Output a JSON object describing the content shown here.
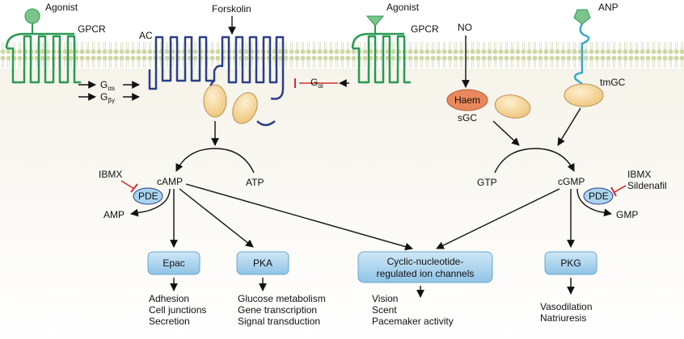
{
  "labels": {
    "agonist_left": "Agonist",
    "gpcr_left": "GPCR",
    "ac": "AC",
    "forskolin": "Forskolin",
    "gas": "G",
    "gas_sub": "αs",
    "gbg": "G",
    "gbg_sub": "βγ",
    "gai": "G",
    "gai_sub": "αi",
    "agonist_right": "Agonist",
    "gpcr_right": "GPCR",
    "no": "NO",
    "anp": "ANP",
    "tmgc": "tmGC",
    "haem": "Haem",
    "sgc": "sGC",
    "ibmx_left": "IBMX",
    "pde_left": "PDE",
    "amp": "AMP",
    "camp": "cAMP",
    "atp": "ATP",
    "gtp": "GTP",
    "cgmp": "cGMP",
    "ibmx_right": "IBMX",
    "sildenafil": "Sildenafil",
    "pde_right": "PDE",
    "gmp": "GMP"
  },
  "boxes": {
    "epac": "Epac",
    "pka": "PKA",
    "channels_line1": "Cyclic-nucleotide-",
    "channels_line2": "regulated ion channels",
    "pkg": "PKG"
  },
  "outcomes": {
    "epac": [
      "Adhesion",
      "Cell junctions",
      "Secretion"
    ],
    "pka": [
      "Glucose metabolism",
      "Gene transcription",
      "Signal transduction"
    ],
    "channels": [
      "Vision",
      "Scent",
      "Pacemaker activity"
    ],
    "pkg": [
      "Vasodilation",
      "Natriuresis"
    ]
  },
  "colors": {
    "gpcr": "#2a9a52",
    "ac": "#2b3f8a",
    "tmgc": "#3aa8cf",
    "protein": "#f6d79a",
    "haem": "#e8885c",
    "box": "#a9d4ee",
    "inhibit": "#d33030"
  }
}
